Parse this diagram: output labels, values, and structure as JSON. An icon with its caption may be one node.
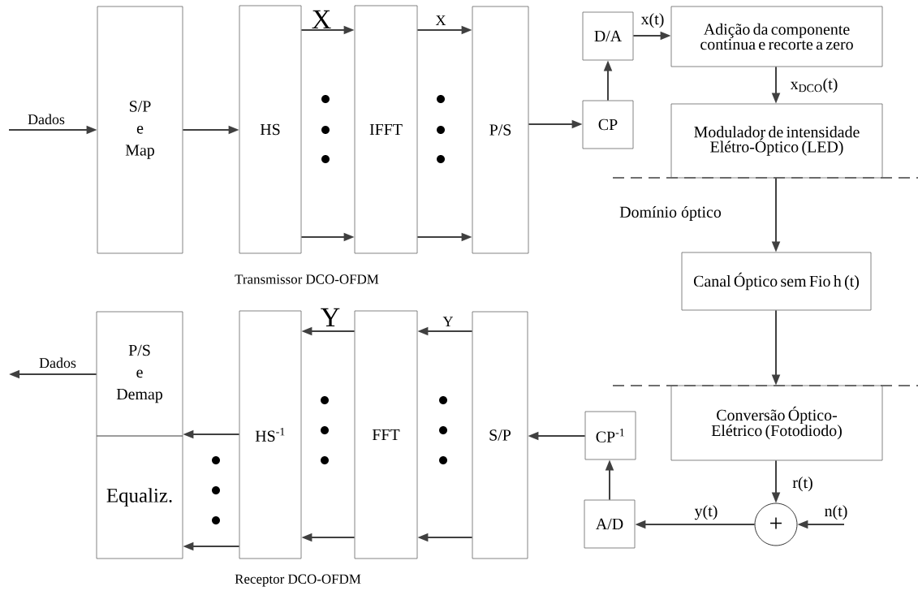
{
  "diagram": {
    "nodes": [
      {
        "text": [
          "S/P e Map"
        ]
      },
      {
        "text": [
          "HS"
        ]
      },
      {
        "text": [
          "IFFT"
        ]
      },
      {
        "text": [
          "P/S"
        ]
      },
      {
        "text": [
          "D/A"
        ]
      },
      {
        "text": [
          "CP"
        ]
      },
      {
        "text": [
          "Adição da componente continua e recorte a zero"
        ]
      },
      {
        "text": [
          "Modulador de intensidade Elétro-Óptico (LED)"
        ]
      },
      {
        "text": [
          "Canal Óptico sem Fio h (t)"
        ]
      },
      {
        "text": [
          "Conversão Óptico-Elétrico (Fotodiodo)"
        ]
      },
      {
        "text": [
          "+"
        ]
      },
      {
        "text": [
          "CP$^{-1}$"
        ]
      },
      {
        "text": [
          "A/D"
        ]
      },
      {
        "text": [
          "S/P"
        ]
      },
      {
        "text": [
          "FFT"
        ]
      },
      {
        "text": [
          "HS$^{-1}$"
        ]
      },
      {
        "text": [
          "P/S e Demap"
        ]
      },
      {
        "text": [
          "Equaliz."
        ]
      }
    ],
    "edges": [
      {
        "from": null,
        "to": 0,
        "arrow": "to",
        "label": "Dados"
      },
      {
        "from": 0,
        "to": 1,
        "arrow": "to"
      },
      {
        "from": 1,
        "to": 2,
        "arrow": "to",
        "label": "X"
      },
      {
        "from": 1,
        "to": 2,
        "arrow": "to"
      },
      {
        "from": 2,
        "to": 3,
        "arrow": "to",
        "label": "X"
      },
      {
        "from": 2,
        "to": 3,
        "arrow": "to"
      },
      {
        "from": 3,
        "to": 5,
        "arrow": "to"
      },
      {
        "from": 5,
        "to": 4,
        "arrow": "to"
      },
      {
        "from": 4,
        "to": 6,
        "arrow": "to",
        "label": "x(t)"
      },
      {
        "from": 6,
        "to": 7,
        "arrow": "to",
        "label": "x$_{DCO}$(t)"
      },
      {
        "from": 7,
        "to": 8,
        "arrow": "to"
      },
      {
        "from": 8,
        "to": 9,
        "arrow": "to"
      },
      {
        "from": 9,
        "to": 10,
        "arrow": "to",
        "label": "r(t)"
      },
      {
        "from": null,
        "to": 10,
        "arrow": "to",
        "label": "n(t)"
      },
      {
        "from": 10,
        "to": 12,
        "arrow": "to",
        "label": "y(t)"
      },
      {
        "from": 12,
        "to": 11,
        "arrow": "to"
      },
      {
        "from": 11,
        "to": 13,
        "arrow": "to"
      },
      {
        "from": 13,
        "to": 14,
        "arrow": "to",
        "label": "Y"
      },
      {
        "from": 13,
        "to": 14,
        "arrow": "to"
      },
      {
        "from": 14,
        "to": 15,
        "arrow": "to",
        "label": "Y"
      },
      {
        "from": 14,
        "to": 15,
        "arrow": "to"
      },
      {
        "from": 15,
        "to": 16,
        "arrow": "to"
      },
      {
        "from": 15,
        "to": 17,
        "arrow": "to"
      },
      {
        "from": 16,
        "to": null,
        "arrow": "to",
        "label": "Dados"
      }
    ],
    "labels": [
      "Domínio óptico",
      "Transmissor DCO-OFDM",
      "Receptor DCO-OFDM"
    ]
  }
}
